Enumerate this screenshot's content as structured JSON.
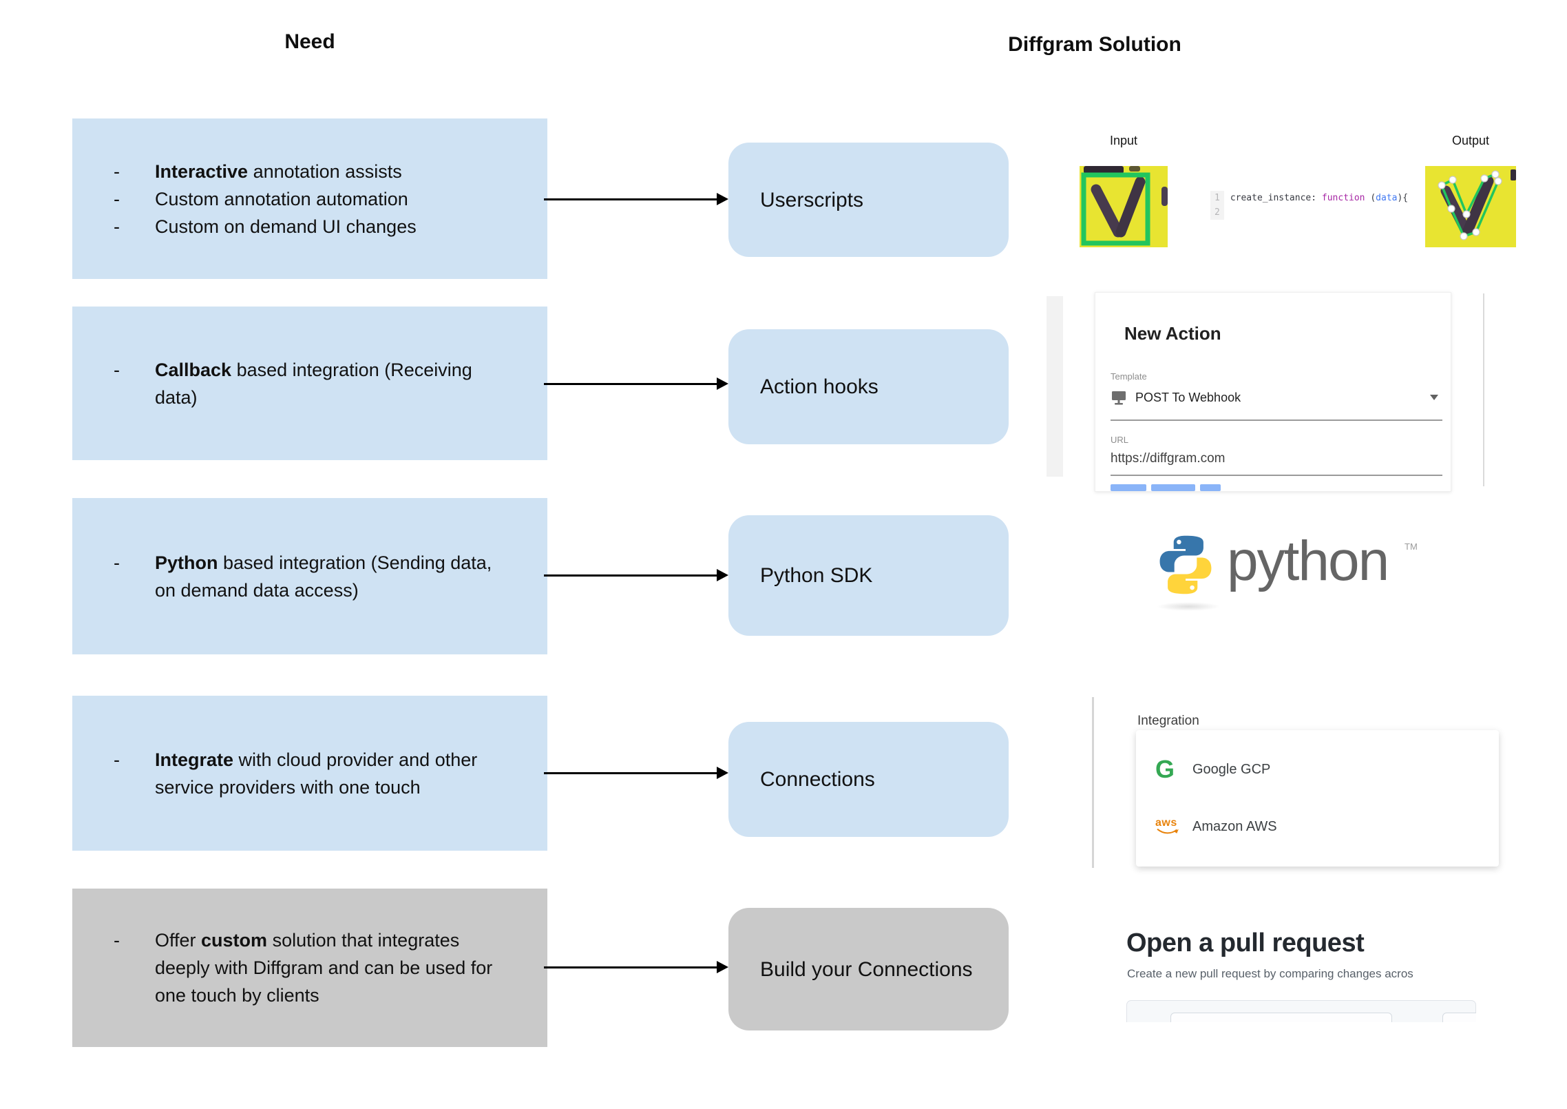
{
  "title": {
    "need": "Need",
    "solution": "Diffgram Solution"
  },
  "bullet": "-",
  "rows": [
    {
      "need": {
        "items": [
          {
            "segments": [
              {
                "text": "Interactive",
                "bold": true
              },
              {
                "text": " annotation assists",
                "bold": false
              }
            ]
          },
          {
            "segments": [
              {
                "text": "Custom annotation automation",
                "bold": false
              }
            ]
          },
          {
            "segments": [
              {
                "text": "Custom on demand UI changes",
                "bold": false
              }
            ]
          }
        ]
      },
      "solution": "Userscripts"
    },
    {
      "need": {
        "items": [
          {
            "segments": [
              {
                "text": "Callback",
                "bold": true
              },
              {
                "text": " based integration (Receiving data)",
                "bold": false
              }
            ]
          }
        ]
      },
      "solution": "Action hooks"
    },
    {
      "need": {
        "items": [
          {
            "segments": [
              {
                "text": "Python",
                "bold": true
              },
              {
                "text": " based integration (Sending data, on demand data access)",
                "bold": false
              }
            ]
          }
        ]
      },
      "solution": "Python SDK"
    },
    {
      "need": {
        "items": [
          {
            "segments": [
              {
                "text": "Integrate",
                "bold": true
              },
              {
                "text": " with cloud provider and other service providers with one touch",
                "bold": false
              }
            ]
          }
        ]
      },
      "solution": "Connections"
    },
    {
      "need": {
        "items": [
          {
            "segments": [
              {
                "text": "Offer ",
                "bold": false
              },
              {
                "text": "custom",
                "bold": true
              },
              {
                "text": " solution that integrates deeply with Diffgram and can be used for one touch by clients",
                "bold": false
              }
            ]
          }
        ]
      },
      "solution": "Build your Connections"
    }
  ],
  "userscripts_shot": {
    "input_label": "Input",
    "output_label": "Output",
    "code": {
      "numbers": [
        "1",
        "2"
      ],
      "tokens": [
        {
          "text": "create_instance: ",
          "style": "default"
        },
        {
          "text": "function",
          "style": "keyword"
        },
        {
          "text": " (",
          "style": "default"
        },
        {
          "text": "data",
          "style": "variable"
        },
        {
          "text": "){",
          "style": "default"
        }
      ]
    }
  },
  "action_hooks_shot": {
    "title": "New Action",
    "template_label": "Template",
    "template_value": "POST To Webhook",
    "url_label": "URL",
    "url_value": "https://diffgram.com"
  },
  "python_shot": {
    "wordmark": "python",
    "tm": "TM"
  },
  "connections_shot": {
    "label": "Integration",
    "options": [
      {
        "icon": "google-g",
        "name": "Google GCP"
      },
      {
        "icon": "aws",
        "name": "Amazon AWS"
      }
    ],
    "aws_icon_text": "aws"
  },
  "build_shot": {
    "title": "Open a pull request",
    "subtitle": "Create a new pull request by comparing changes acros"
  },
  "colors": {
    "need_box": "#cfe2f3",
    "solution_box": "#cfe2f3",
    "muted_box": "#c9c9c9",
    "arrow": "#000000",
    "code_keyword": "#a626a4",
    "code_variable": "#4078f2",
    "google_green": "#34a853",
    "aws_orange": "#e8830c",
    "github_title": "#24292f",
    "python_blue": "#3776ab",
    "python_yellow": "#ffd43b",
    "annotation_green": "#22c55e"
  }
}
